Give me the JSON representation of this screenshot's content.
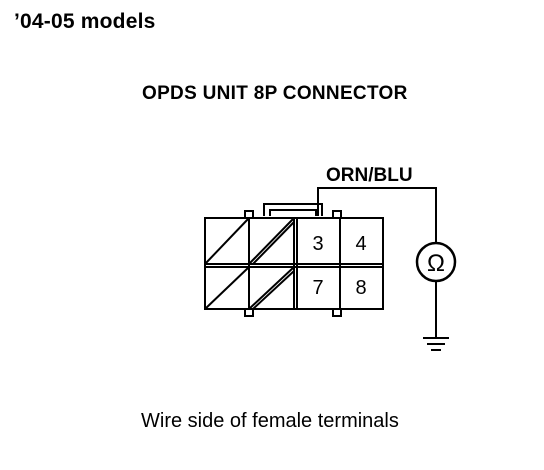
{
  "header": {
    "model_label": "’04-05 models"
  },
  "connector": {
    "title": "OPDS UNIT 8P CONNECTOR",
    "wire_label": "ORN/BLU",
    "terminals": [
      "3",
      "4",
      "7",
      "8"
    ],
    "meter_symbol": "Ω"
  },
  "caption": "Wire side of female terminals"
}
